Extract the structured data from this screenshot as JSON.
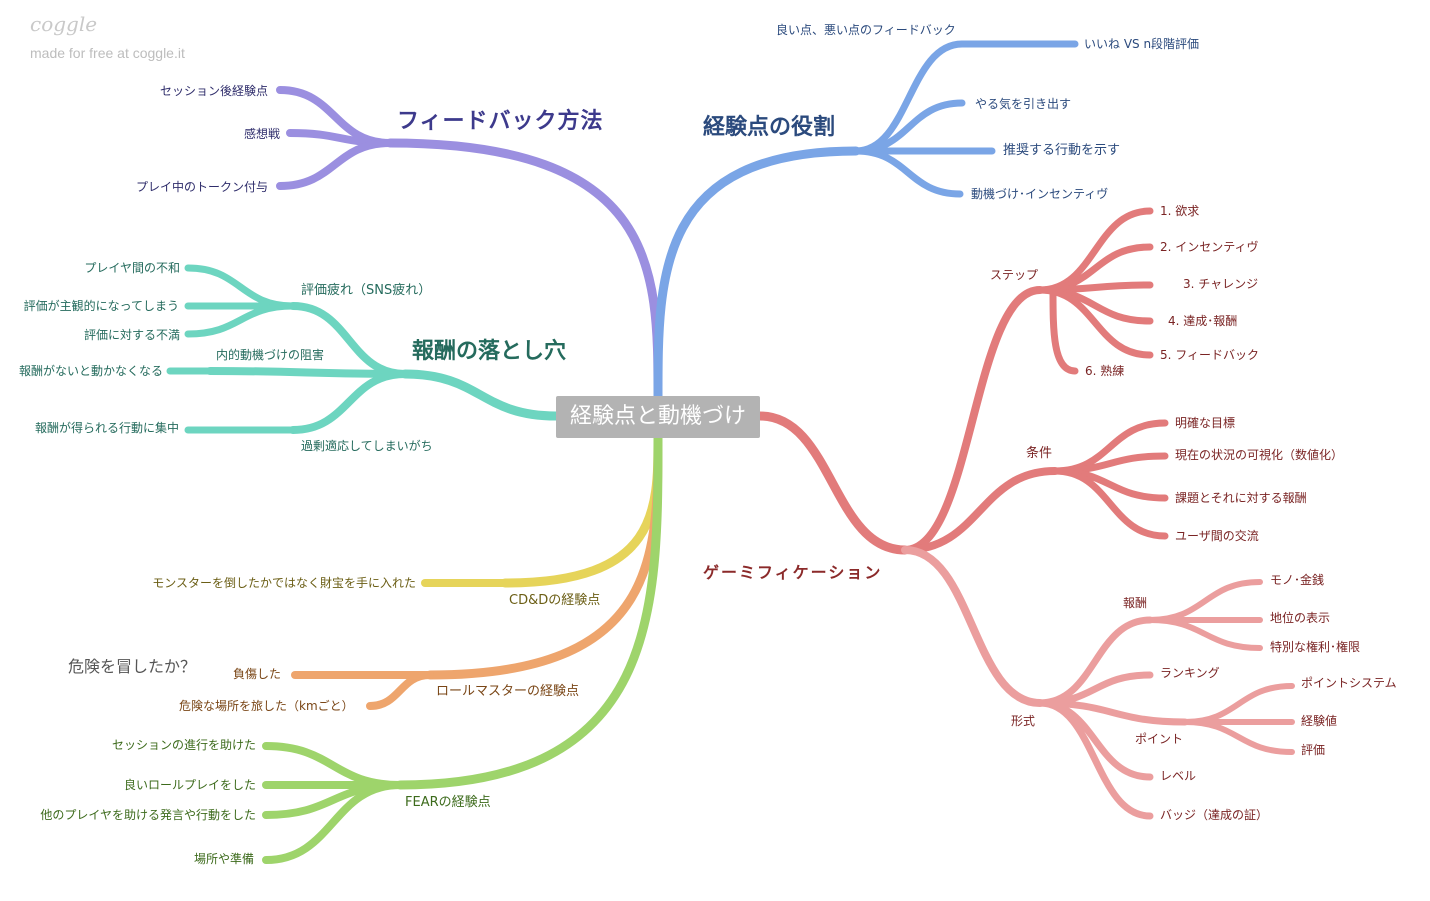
{
  "app": {
    "logo": "coggle",
    "credit": "made for free at coggle.it"
  },
  "root": {
    "label": "経験点と動機づけ"
  },
  "colors": {
    "purple": "#9b8fe0",
    "blue": "#7aa5e6",
    "teal": "#6dd5c0",
    "red": "#e27b7b",
    "red_light": "#eb9e9e",
    "orange": "#eea56d",
    "yellow": "#e6d45a",
    "green": "#9ed46b"
  },
  "branches": {
    "feedback": {
      "label": "フィードバック方法",
      "items": [
        "セッション後経験点",
        "感想戦",
        "プレイ中のトークン付与"
      ]
    },
    "role": {
      "label": "経験点の役割",
      "items": [
        "良い点、悪い点のフィードバック",
        "いいね VS n段階評価",
        "やる気を引き出す",
        "推奨する行動を示す",
        "動機づけ･インセンティヴ"
      ]
    },
    "pitfall": {
      "label": "報酬の落とし穴",
      "sub": [
        "評価疲れ（SNS疲れ）",
        "内的動機づけの阻害",
        "過剰適応してしまいがち"
      ],
      "items": [
        "プレイヤ間の不和",
        "評価が主観的になってしまう",
        "評価に対する不満",
        "報酬がないと動かなくなる",
        "報酬が得られる行動に集中"
      ]
    },
    "gamif": {
      "label": "ゲーミフィケーション",
      "step": {
        "label": "ステップ",
        "items": [
          "1.  欲求",
          "2.  インセンティヴ",
          "3.  チャレンジ",
          "4.  達成･報酬",
          "5.  フィードバック",
          "6.  熟練"
        ]
      },
      "cond": {
        "label": "条件",
        "items": [
          "明確な目標",
          "現在の状況の可視化（数値化）",
          "課題とそれに対する報酬",
          "ユーザ間の交流"
        ]
      },
      "form": {
        "label": "形式",
        "reward": {
          "label": "報酬",
          "items": [
            "モノ･金銭",
            "地位の表示",
            "特別な権利･権限"
          ]
        },
        "ranking": "ランキング",
        "point": {
          "label": "ポイント",
          "items": [
            "ポイントシステム",
            "経験値",
            "評価"
          ]
        },
        "level": "レベル",
        "badge": "バッジ（達成の証）"
      }
    },
    "cdd": {
      "label": "CD&Dの経験点",
      "items": [
        "モンスターを倒したかではなく財宝を手に入れた"
      ]
    },
    "rm": {
      "label": "ロールマスターの経験点",
      "items": [
        "負傷した",
        "危険な場所を旅した（kmごと）"
      ],
      "note": "危険を冒したか？"
    },
    "fear": {
      "label": "FEARの経験点",
      "items": [
        "セッションの進行を助けた",
        "良いロールプレイをした",
        "他のプレイヤを助ける発言や行動をした",
        "場所や準備"
      ]
    }
  }
}
